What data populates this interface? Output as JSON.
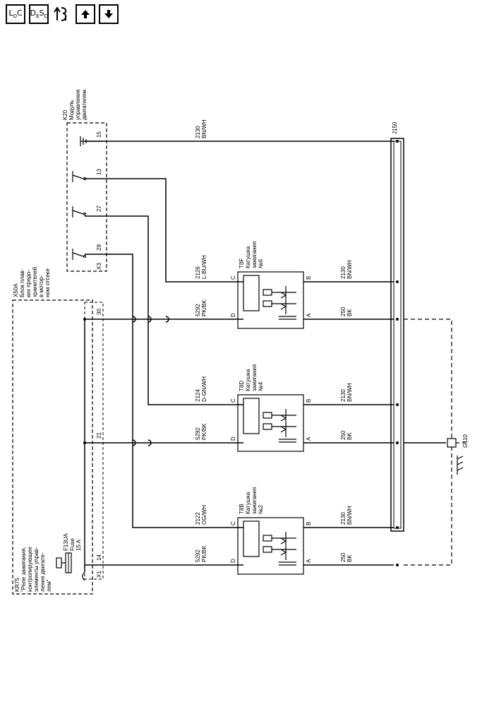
{
  "toolbar": {
    "loc_label": "LOC",
    "desc_label": "DESC",
    "icons": [
      "location-icon",
      "description-icon",
      "connector-swap-icon",
      "arrow-up-icon",
      "arrow-down-icon"
    ]
  },
  "components": {
    "k20": [
      "K20",
      "Модуль",
      "управления",
      "двигателем."
    ],
    "x50a": [
      "X50A",
      "Блок плав-",
      "ких предо-",
      "хранителей",
      "в мотор-",
      "ном отсеке"
    ],
    "kr75": [
      "KR75",
      "\"Реле зажигания,",
      "контролирующее",
      "элементы управ-",
      "ления двигате-",
      "лем\""
    ],
    "fuse": [
      "F13UA",
      "Fuse",
      "15 A"
    ],
    "t8f": [
      "T8F",
      "Катушка",
      "зажигания",
      "№6"
    ],
    "t8d": [
      "T8D",
      "Катушка",
      "зажигания",
      "№4"
    ],
    "t8b": [
      "T8B",
      "Катушка",
      "зажигания",
      "№2"
    ],
    "j150": "J150",
    "g110": "G110"
  },
  "connectors": {
    "x3": "X3",
    "x1": "X1",
    "k20_pins": [
      "15",
      "13",
      "27",
      "29"
    ],
    "x50a_pins": [
      "30",
      "21",
      "14"
    ],
    "coil_pins": {
      "c": "C",
      "d": "D",
      "b": "B",
      "a": "A"
    }
  },
  "wires": {
    "w2130_top": [
      "2130",
      "BN/WH"
    ],
    "w2126": [
      "2126",
      "L-BU/WH"
    ],
    "w5292_1": [
      "5292",
      "PK/BK"
    ],
    "w2130_1": [
      "2130",
      "BN/WH"
    ],
    "w250_1": [
      "250",
      "BK"
    ],
    "w2124": [
      "2124",
      "D-GN/WH"
    ],
    "w5292_2": [
      "5292",
      "PK/BK"
    ],
    "w2130_2": [
      "2130",
      "BN/WH"
    ],
    "w250_2": [
      "250",
      "BK"
    ],
    "w2122": [
      "2122",
      "OG/WH"
    ],
    "w5292_3": [
      "5292",
      "PK/BK"
    ],
    "w2130_3": [
      "2130",
      "BN/WH"
    ],
    "w250_3": [
      "250",
      "BK"
    ]
  }
}
